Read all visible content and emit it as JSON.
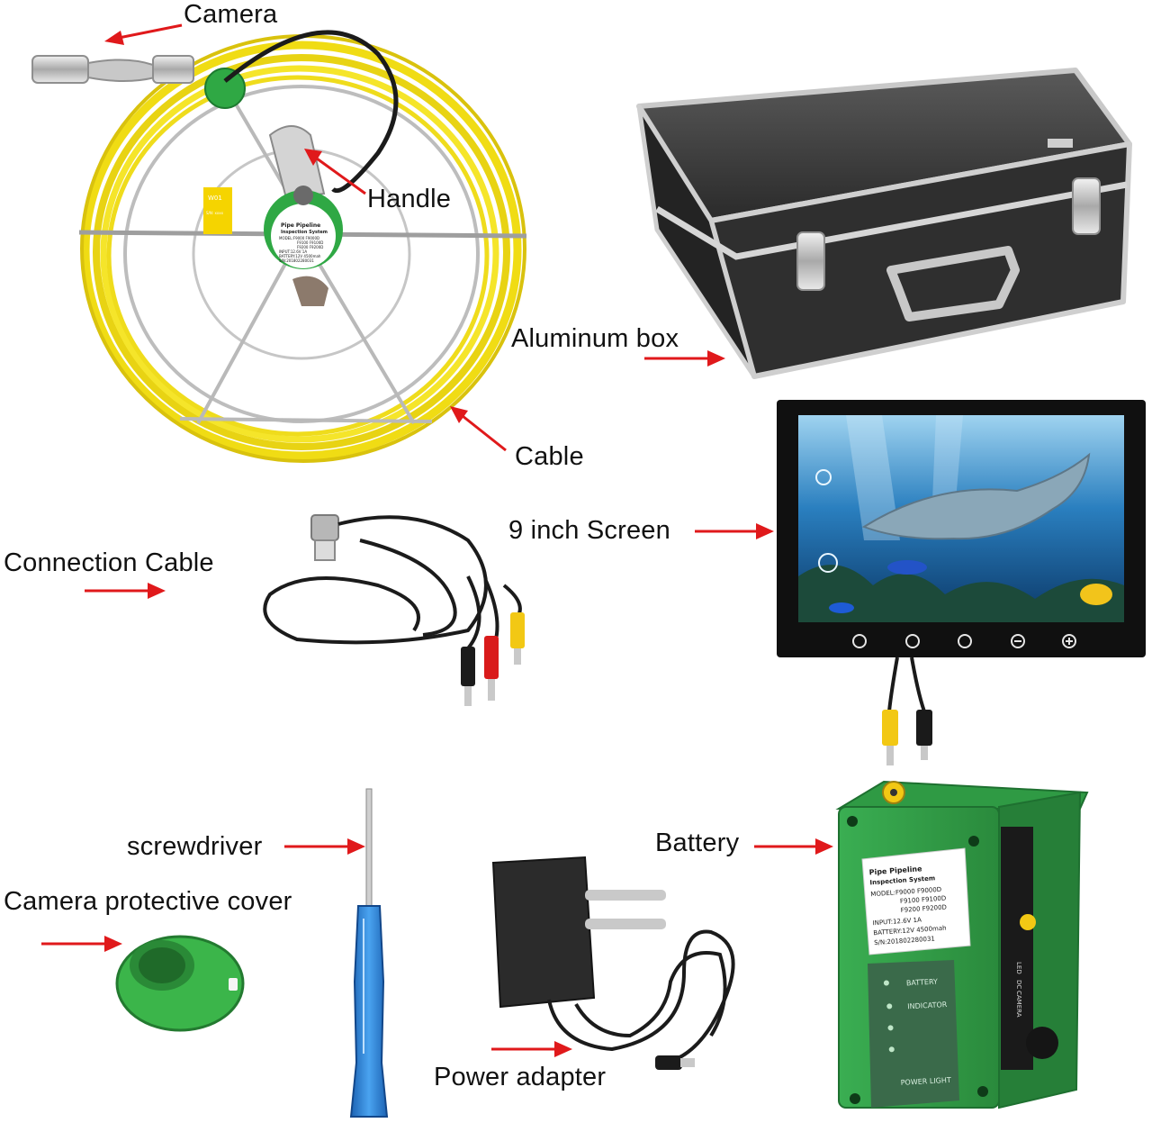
{
  "labels": {
    "camera": "Camera",
    "handle": "Handle",
    "aluminum_box": "Aluminum box",
    "cable": "Cable",
    "screen": "9 inch Screen",
    "connection_cable": "Connection Cable",
    "screwdriver": "screwdriver",
    "battery": "Battery",
    "camera_cover": "Camera protective cover",
    "power_adapter": "Power adapter"
  },
  "reel_badge": {
    "line1": "Pipe Pipeline",
    "line2": "Inspection System",
    "line3": "MODEL:F9000  F9000D",
    "line4": "F9100  F9100D",
    "line5": "F9200  F9200D",
    "line6": "INPUT:12.6V 1A",
    "line7": "BATTERY:12V 4500mah",
    "line8": "S/N:201802280031"
  },
  "reel_tag": {
    "line1": "W01",
    "line2": "S/N: xxxx"
  },
  "battery_box": {
    "sticker": {
      "line1": "Pipe Pipeline",
      "line2": "Inspection System",
      "line3": "MODEL:F9000  F9000D",
      "line4": "F9100  F9100D",
      "line5": "F9200  F9200D",
      "line6": "INPUT:12.6V 1A",
      "line7": "BATTERY:12V 4500mah",
      "line8": "S/N:201802280031"
    },
    "indicators": [
      "BATTERY",
      "INDICATOR",
      "",
      ""
    ],
    "power_light": "POWER LIGHT",
    "side_labels": [
      "LED",
      "DC",
      "CAMERA"
    ]
  },
  "screen_buttons": [
    "back-icon",
    "menu-icon",
    "power-icon",
    "minus-icon",
    "plus-icon"
  ],
  "colors": {
    "arrow": "#e0191b",
    "cable_yellow": "#f2e21a",
    "battery_green": "#2f9a44",
    "screwdriver_blue": "#2a7fd4",
    "cover_green": "#3bb54a",
    "case_dark": "#3b3b3b"
  }
}
